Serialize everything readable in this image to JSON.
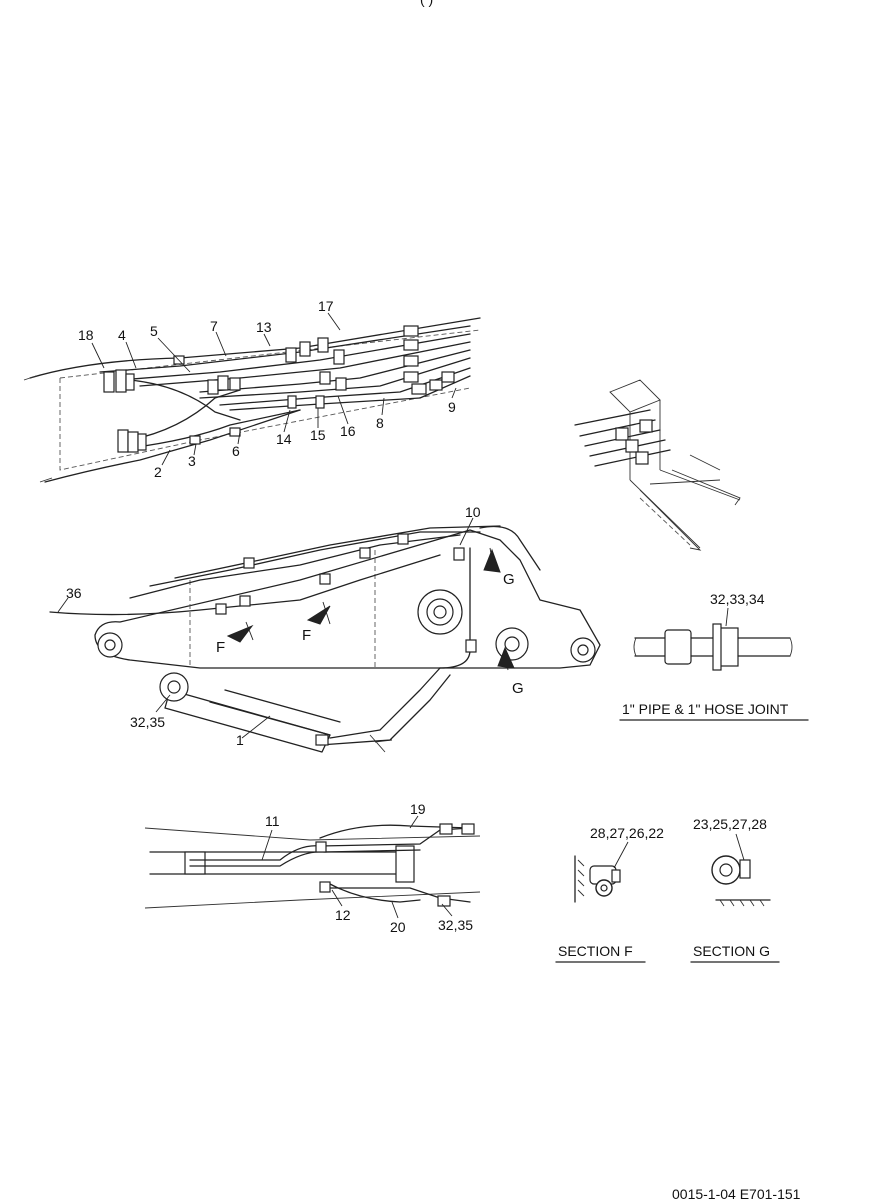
{
  "header_fragment": "(   )",
  "footer_fragment": "0015-1-04 E701-151",
  "callouts": {
    "c18": "18",
    "c4": "4",
    "c5": "5",
    "c7": "7",
    "c13": "13",
    "c17": "17",
    "c2": "2",
    "c3": "3",
    "c6": "6",
    "c14": "14",
    "c15": "15",
    "c16": "16",
    "c8": "8",
    "c9": "9",
    "c10": "10",
    "c36": "36",
    "c1": "1",
    "c3235a": "32,35",
    "c323334": "32,33,34",
    "c11": "11",
    "c19": "19",
    "c12": "12",
    "c20": "20",
    "c3235b": "32,35",
    "c28272622": "28,27,26,22",
    "c23252728": "23,25,27,28"
  },
  "view_markers": {
    "f1": "F",
    "f2": "F",
    "g1": "G",
    "g2": "G"
  },
  "captions": {
    "joint": "1\" PIPE & 1\" HOSE JOINT",
    "section_f": "SECTION F",
    "section_g": "SECTION G"
  }
}
